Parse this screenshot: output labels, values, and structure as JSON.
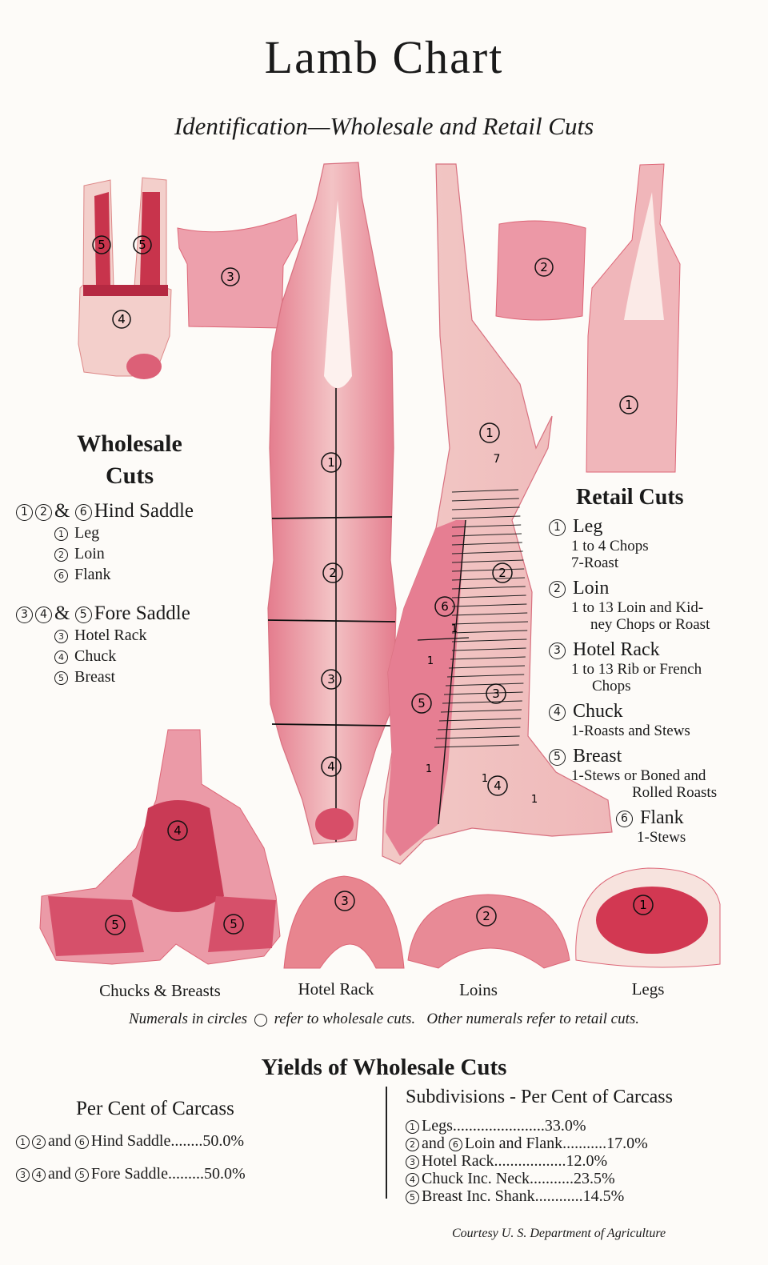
{
  "title": "Lamb Chart",
  "subtitle": "Identification—Wholesale and Retail Cuts",
  "wholesale": {
    "heading_line1": "Wholesale",
    "heading_line2": "Cuts",
    "hind": {
      "label": "Hind Saddle",
      "n1": "1",
      "n2": "2",
      "amp": "&",
      "n3": "6",
      "items": [
        {
          "num": "1",
          "label": "Leg"
        },
        {
          "num": "2",
          "label": "Loin"
        },
        {
          "num": "6",
          "label": "Flank"
        }
      ]
    },
    "fore": {
      "label": "Fore Saddle",
      "n1": "3",
      "n2": "4",
      "amp": "&",
      "n3": "5",
      "items": [
        {
          "num": "3",
          "label": "Hotel Rack"
        },
        {
          "num": "4",
          "label": "Chuck"
        },
        {
          "num": "5",
          "label": "Breast"
        }
      ]
    }
  },
  "retail": {
    "heading": "Retail Cuts",
    "items": [
      {
        "num": "1",
        "label": "Leg",
        "desc1": "1 to 4 Chops",
        "desc2": "7-Roast"
      },
      {
        "num": "2",
        "label": "Loin",
        "desc1": "1 to 13 Loin and Kid-",
        "desc2": "ney Chops or Roast"
      },
      {
        "num": "3",
        "label": "Hotel Rack",
        "desc1": "1 to 13 Rib or French",
        "desc2": "Chops"
      },
      {
        "num": "4",
        "label": "Chuck",
        "desc1": "1-Roasts and Stews",
        "desc2": ""
      },
      {
        "num": "5",
        "label": "Breast",
        "desc1": "1-Stews or Boned and",
        "desc2": "Rolled Roasts"
      },
      {
        "num": "6",
        "label": "Flank",
        "desc1": "1-Stews",
        "desc2": ""
      }
    ]
  },
  "carcass_labels": {
    "front": [
      "1",
      "2",
      "3",
      "4"
    ],
    "side": [
      "1",
      "2",
      "3",
      "4",
      "5",
      "6"
    ],
    "side_retail_leg": "7",
    "tick": "1"
  },
  "piece_labels": {
    "top_left": [
      "5",
      "5",
      "4"
    ],
    "rib_block": "3",
    "loin_block": "2",
    "leg_piece": "1"
  },
  "bottom_pieces": [
    {
      "label": "Chucks & Breasts",
      "nums": [
        "4",
        "5",
        "5"
      ]
    },
    {
      "label": "Hotel Rack",
      "nums": [
        "3"
      ]
    },
    {
      "label": "Loins",
      "nums": [
        "2"
      ]
    },
    {
      "label": "Legs",
      "nums": [
        "1"
      ]
    }
  ],
  "note_part1": "Numerals in circles",
  "note_part2": "refer to wholesale cuts.   Other numerals refer to retail cuts.",
  "yields": {
    "heading": "Yields of Wholesale Cuts",
    "per_cent_heading": "Per Cent of Carcass",
    "per_cent_rows": [
      {
        "n1": "1",
        "n2": "2",
        "and": "and",
        "n3": "6",
        "label": "Hind Saddle",
        "dots": "........",
        "value": "50.0%"
      },
      {
        "n1": "3",
        "n2": "4",
        "and": "and",
        "n3": "5",
        "label": "Fore Saddle",
        "dots": ".........",
        "value": "50.0%"
      }
    ],
    "subdivisions_heading": "Subdivisions - Per Cent of Carcass",
    "subdivisions": [
      {
        "nums": [
          "1"
        ],
        "label": "Legs",
        "dots": ".......................",
        "value": "33.0%"
      },
      {
        "nums": [
          "2",
          "6"
        ],
        "and": "and",
        "label": "Loin and Flank",
        "dots": "...........",
        "value": "17.0%"
      },
      {
        "nums": [
          "3"
        ],
        "label": "Hotel Rack",
        "dots": "..................",
        "value": "12.0%"
      },
      {
        "nums": [
          "4"
        ],
        "label": "Chuck Inc. Neck",
        "dots": "...........",
        "value": "23.5%"
      },
      {
        "nums": [
          "5"
        ],
        "label": "Breast Inc. Shank",
        "dots": "............",
        "value": "14.5%"
      }
    ]
  },
  "courtesy": "Courtesy U. S. Department of Agriculture",
  "colors": {
    "meat": "#e9909c",
    "fat": "#f6dcd6",
    "lean": "#d42f4e",
    "ink": "#1a1a1a"
  }
}
